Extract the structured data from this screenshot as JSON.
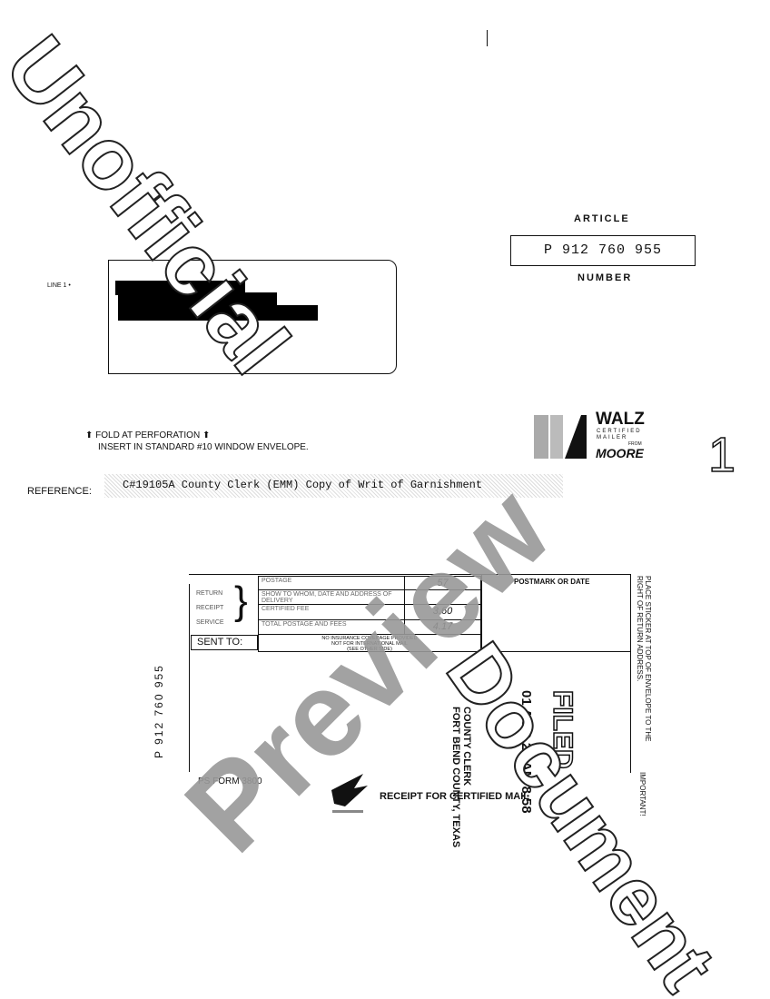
{
  "article_label": "ARTICLE",
  "article_number": "P 912 760 955",
  "number_label": "NUMBER",
  "line_label": "LINE 1 •",
  "fold_text": "FOLD AT PERFORATION",
  "insert_text": "INSERT IN STANDARD #10 WINDOW ENVELOPE.",
  "reference_label": "REFERENCE:",
  "reference_value": "C#19105A County Clerk (EMM) Copy of Writ of Garnishment",
  "logo": {
    "brand": "WALZ",
    "line1": "CERTIFIED",
    "line2": "MAILER",
    "from": "FROM",
    "maker": "MOORE"
  },
  "page_number": "1",
  "receipt": {
    "return_receipt": [
      "RETURN",
      "RECEIPT",
      "SERVICE"
    ],
    "rows": [
      "POSTAGE",
      "SHOW TO WHOM, DATE AND ADDRESS OF DELIVERY",
      "CERTIFIED FEE",
      "TOTAL POSTAGE AND FEES"
    ],
    "amounts": [
      "57",
      "",
      "3.60",
      "4.17"
    ],
    "insurance_note": [
      "NO INSURANCE COVERAGE PROVIDED",
      "NOT FOR INTERNATIONAL MAIL",
      "(SEE OTHER SIDE)"
    ],
    "postmark_label": "POSTMARK OR DATE",
    "sent_to_label": "SENT TO:",
    "side_number": "P 912 760 955",
    "form_label": "PS FORM 3800",
    "title": "RECEIPT FOR CERTIFIED MAIL",
    "side_instruction": "PLACE STICKER AT TOP OF ENVELOPE TO THE RIGHT OF RETURN ADDRESS.",
    "important": "IMPORTANT!"
  },
  "stamp": {
    "filed": "FILED",
    "date": "01 AUG 21 AM 8:58",
    "clerk": "COUNTY CLERK",
    "county": "FORT BEND COUNTY, TEXAS"
  },
  "watermark": {
    "word1": "Unofficial",
    "word2": "Preview",
    "word3": "Document"
  }
}
